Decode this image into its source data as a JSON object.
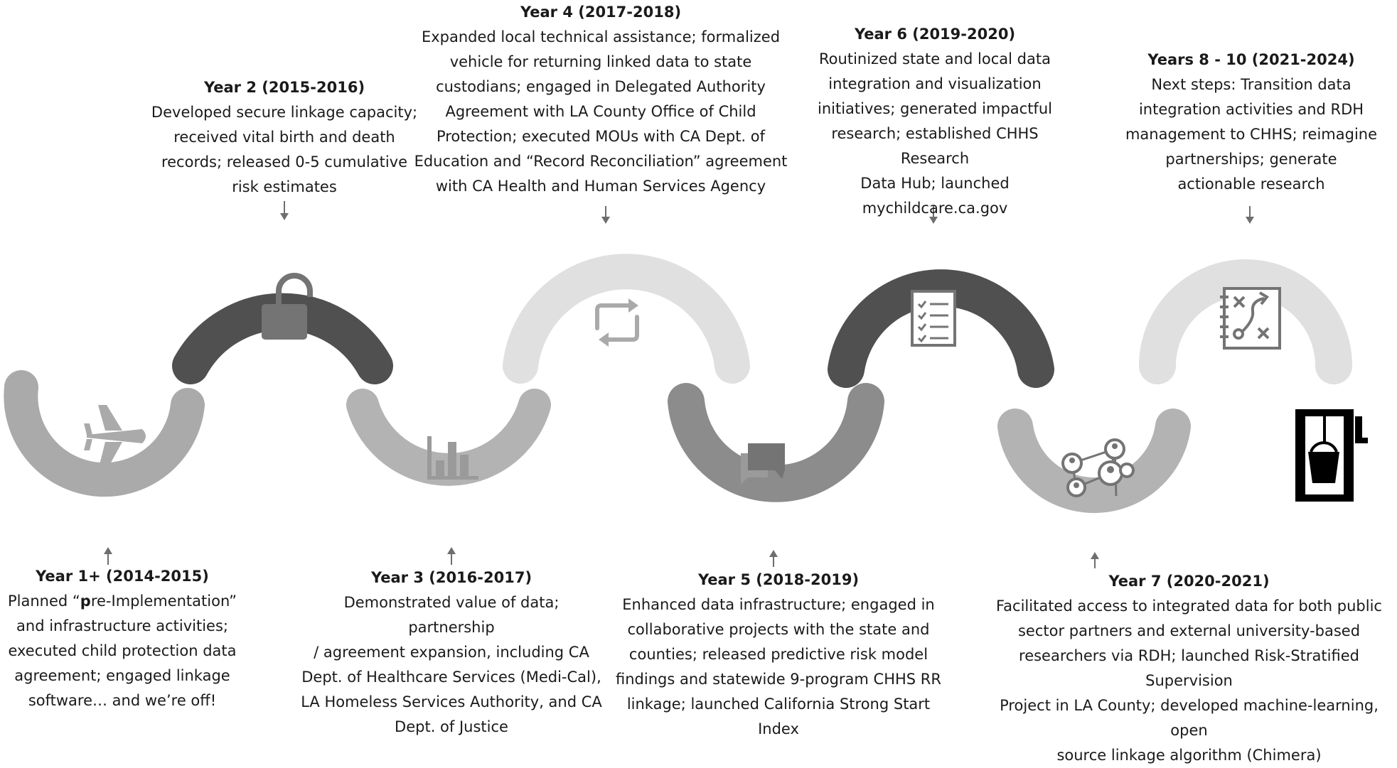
{
  "milestones": [
    {
      "year": "Year 1+ (2014-2015)",
      "description_prefix": "Planned “",
      "description_bold": "p",
      "description": "re-Implementation”\nand infrastructure activities;\nexecuted child protection data\nagreement; engaged linkage\nsoftware… and we’re off!",
      "icon": "airplane-icon",
      "color": "#aaaaaa"
    },
    {
      "year": "Year 2 (2015-2016)",
      "description": "Developed secure linkage capacity;\nreceived vital birth and death\nrecords; released 0-5 cumulative\nrisk estimates",
      "icon": "padlock-unlocked-icon",
      "color": "#505050"
    },
    {
      "year": "Year 3 (2016-2017)",
      "description": "Demonstrated value of data; partnership\n/ agreement expansion, including CA\nDept. of Healthcare Services (Medi-Cal),\nLA Homeless Services Authority, and CA\nDept. of Justice",
      "icon": "bar-chart-icon",
      "color": "#b3b3b3"
    },
    {
      "year": "Year 4 (2017-2018)",
      "description": "Expanded local technical assistance; formalized\nvehicle for returning linked data to state\ncustodians; engaged in Delegated Authority\nAgreement with LA County Office of Child\nProtection; executed MOUs with CA Dept. of\nEducation and “Record Reconciliation” agreement\nwith CA Health and Human Services Agency",
      "icon": "repeat-arrows-icon",
      "color": "#e0e0e0"
    },
    {
      "year": "Year 5 (2018-2019)",
      "description": "Enhanced data infrastructure; engaged in\ncollaborative projects with the state and\ncounties; released predictive risk model\nfindings and statewide 9-program CHHS RR\nlinkage; launched California Strong Start Index",
      "icon": "chat-bubbles-icon",
      "color": "#8c8c8c"
    },
    {
      "year": "Year 6 (2019-2020)",
      "description": "Routinized state and local data\nintegration and visualization\ninitiatives; generated impactful\nresearch; established CHHS Research\nData Hub; launched\nmychildcare.ca.gov",
      "icon": "checklist-icon",
      "color": "#505050"
    },
    {
      "year": "Year 7 (2020-2021)",
      "description": "Facilitated access to integrated data for both public\nsector partners and external university-based\nresearchers via RDH; launched Risk-Stratified Supervision\nProject in LA County; developed machine-learning, open\nsource linkage algorithm (Chimera)",
      "icon": "network-people-icon",
      "color": "#b3b3b3"
    },
    {
      "year": "Years 8 - 10 (2021-2024)",
      "description": "Next steps: Transition data\nintegration activities and RDH\nmanagement to CHHS; reimagine\npartnerships; generate\nactionable research",
      "icon": "strategy-board-icon",
      "color": "#e0e0e0"
    }
  ],
  "end_icon": "well-bucket-icon"
}
